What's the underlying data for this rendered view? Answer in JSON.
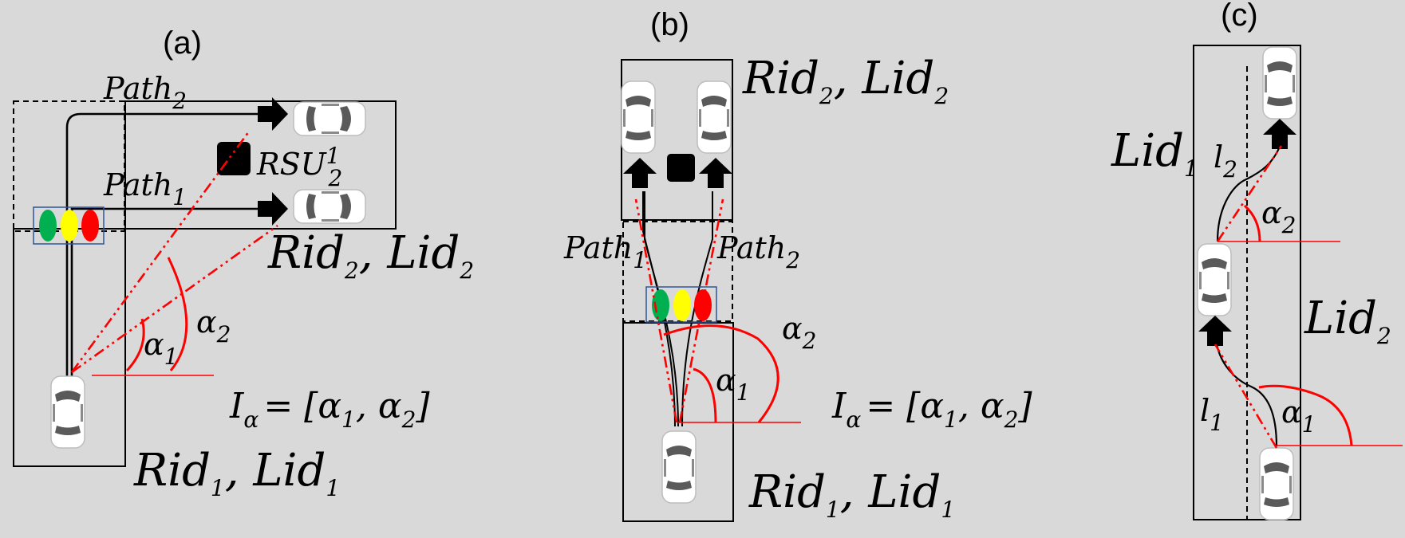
{
  "panels": {
    "a": {
      "tag": "(a)",
      "path_top": "Path",
      "path_top_sub": "2",
      "path_bottom": "Path",
      "path_bottom_sub": "1",
      "rsu_base": "RSU",
      "rsu_sub": "2",
      "rsu_sup": "1",
      "target_rid": "Rid",
      "target_rid_sub": "2",
      "target_lid": "Lid",
      "target_lid_sub": "2",
      "source_rid": "Rid",
      "source_rid_sub": "1",
      "source_lid": "Lid",
      "source_lid_sub": "1",
      "alpha1": "α",
      "alpha1_sub": "1",
      "alpha2": "α",
      "alpha2_sub": "2",
      "interval_lhs": "I",
      "interval_lhs_sub": "α",
      "interval_rhs_open": "= [α",
      "interval_rhs_mid": ", α",
      "interval_rhs_close": "]",
      "interval_rhs_sub1": "1",
      "interval_rhs_sub2": "2"
    },
    "b": {
      "tag": "(b)",
      "target_rid": "Rid",
      "target_rid_sub": "2",
      "target_lid": "Lid",
      "target_lid_sub": "2",
      "path_left": "Path",
      "path_left_sub": "1",
      "path_right": "Path",
      "path_right_sub": "2",
      "alpha1": "α",
      "alpha1_sub": "1",
      "alpha2": "α",
      "alpha2_sub": "2",
      "interval_lhs": "I",
      "interval_lhs_sub": "α",
      "interval_rhs_open": "= [α",
      "interval_rhs_mid": ", α",
      "interval_rhs_close": "]",
      "interval_rhs_sub1": "1",
      "interval_rhs_sub2": "2",
      "source_rid": "Rid",
      "source_rid_sub": "1",
      "source_lid": "Lid",
      "source_lid_sub": "1"
    },
    "c": {
      "tag": "(c)",
      "lane1": "Lid",
      "lane1_sub": "1",
      "lane2": "Lid",
      "lane2_sub": "2",
      "l2": "l",
      "l2_sub": "2",
      "l1": "l",
      "l1_sub": "1",
      "alpha2": "α",
      "alpha2_sub": "2",
      "alpha1": "α",
      "alpha1_sub": "1"
    }
  },
  "colors": {
    "background": "#d9d9d9",
    "light_green": "#00b050",
    "light_yellow": "#ffff00",
    "light_red": "#ff0000",
    "angle_red": "#ff0000",
    "light_frame": "#2f5597"
  },
  "icons": [
    "car-icon",
    "arrow-icon",
    "traffic-light-icon",
    "rsu-icon"
  ]
}
